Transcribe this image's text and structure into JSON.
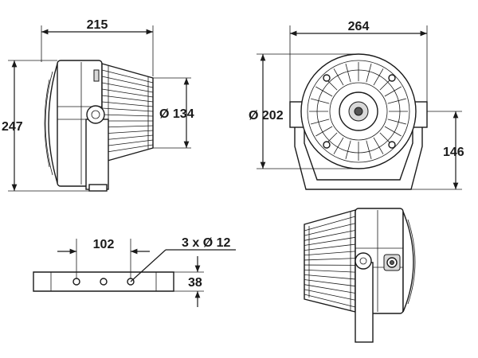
{
  "dimensions": {
    "front_width": "215",
    "front_height": "247",
    "heatsink_diameter": "Ø 134",
    "rear_width": "264",
    "rear_diameter": "Ø 202",
    "bracket_height": "146",
    "hole_spacing": "102",
    "holes": "3 x Ø 12",
    "bracket_width": "38"
  }
}
